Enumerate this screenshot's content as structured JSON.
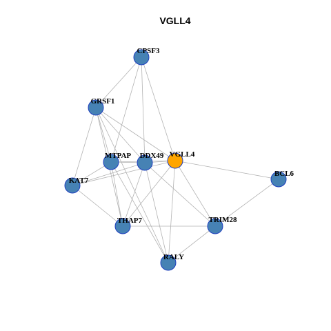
{
  "title": "VGLL4",
  "colors": {
    "node_default": "#4682b4",
    "node_focus": "#ffa500",
    "node_border": "#1f3fbf",
    "edge": "#b3b3b3"
  },
  "nodes": [
    {
      "id": "CPSF3",
      "label": "CPSF3",
      "focus": false
    },
    {
      "id": "GRSF1",
      "label": "GRSF1",
      "focus": false
    },
    {
      "id": "MTPAP",
      "label": "MTPAP",
      "focus": false
    },
    {
      "id": "DDX49",
      "label": "DDX49",
      "focus": false
    },
    {
      "id": "VGLL4",
      "label": "VGLL4",
      "focus": true
    },
    {
      "id": "BCL6",
      "label": "BCL6",
      "focus": false
    },
    {
      "id": "KAT7",
      "label": "KAT7",
      "focus": false
    },
    {
      "id": "THAP7",
      "label": "THAP7",
      "focus": false
    },
    {
      "id": "TRIM28",
      "label": "TRIM28",
      "focus": false
    },
    {
      "id": "RALY",
      "label": "RALY",
      "focus": false
    }
  ],
  "edges": [
    [
      "CPSF3",
      "GRSF1"
    ],
    [
      "CPSF3",
      "MTPAP"
    ],
    [
      "CPSF3",
      "DDX49"
    ],
    [
      "CPSF3",
      "VGLL4"
    ],
    [
      "GRSF1",
      "KAT7"
    ],
    [
      "GRSF1",
      "MTPAP"
    ],
    [
      "GRSF1",
      "DDX49"
    ],
    [
      "GRSF1",
      "VGLL4"
    ],
    [
      "GRSF1",
      "THAP7"
    ],
    [
      "GRSF1",
      "RALY"
    ],
    [
      "MTPAP",
      "DDX49"
    ],
    [
      "MTPAP",
      "VGLL4"
    ],
    [
      "MTPAP",
      "KAT7"
    ],
    [
      "MTPAP",
      "THAP7"
    ],
    [
      "MTPAP",
      "RALY"
    ],
    [
      "DDX49",
      "VGLL4"
    ],
    [
      "DDX49",
      "KAT7"
    ],
    [
      "DDX49",
      "THAP7"
    ],
    [
      "DDX49",
      "TRIM28"
    ],
    [
      "DDX49",
      "RALY"
    ],
    [
      "VGLL4",
      "KAT7"
    ],
    [
      "VGLL4",
      "THAP7"
    ],
    [
      "VGLL4",
      "RALY"
    ],
    [
      "VGLL4",
      "BCL6"
    ],
    [
      "VGLL4",
      "TRIM28"
    ],
    [
      "BCL6",
      "TRIM28"
    ],
    [
      "KAT7",
      "THAP7"
    ],
    [
      "THAP7",
      "TRIM28"
    ],
    [
      "TRIM28",
      "RALY"
    ]
  ]
}
